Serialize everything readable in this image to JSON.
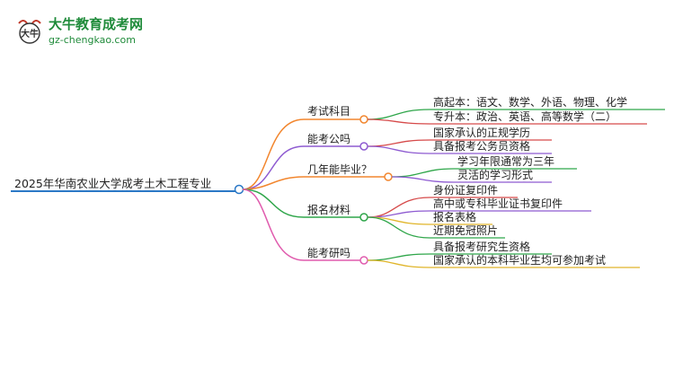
{
  "logo": {
    "title": "大牛教育成考网",
    "url": "gz-chengkao.com",
    "mark_text": "大牛"
  },
  "mindmap": {
    "root": "2025年华南农业大学成考土木工程专业",
    "branches": [
      {
        "label": "考试科目",
        "color": "#f2862e",
        "children": [
          {
            "label": "高起本：语文、数学、外语、物理、化学",
            "color": "#2fa64a"
          },
          {
            "label": "专升本：政治、英语、高等数学（二）",
            "color": "#d64a4a"
          }
        ]
      },
      {
        "label": "能考公吗",
        "color": "#8e5bd1",
        "children": [
          {
            "label": "国家承认的正规学历",
            "color": "#d64a4a"
          },
          {
            "label": "具备报考公务员资格",
            "color": "#8e5bd1"
          }
        ]
      },
      {
        "label": "几年能毕业？",
        "color": "#f2862e",
        "children": [
          {
            "label": "学习年限通常为三年",
            "color": "#2fa64a"
          },
          {
            "label": "灵活的学习形式",
            "color": "#8e5bd1"
          }
        ]
      },
      {
        "label": "报名材料",
        "color": "#2fa64a",
        "children": [
          {
            "label": "身份证复印件",
            "color": "#d64a4a"
          },
          {
            "label": "高中或专科毕业证书复印件",
            "color": "#8e5bd1"
          },
          {
            "label": "报名表格",
            "color": "#e0b52a"
          },
          {
            "label": "近期免冠照片",
            "color": "#2fa64a"
          }
        ]
      },
      {
        "label": "能考研吗",
        "color": "#e05cae",
        "children": [
          {
            "label": "具备报考研究生资格",
            "color": "#2fa64a"
          },
          {
            "label": "国家承认的本科毕业生均可参加考试",
            "color": "#e0b52a"
          }
        ]
      }
    ]
  }
}
